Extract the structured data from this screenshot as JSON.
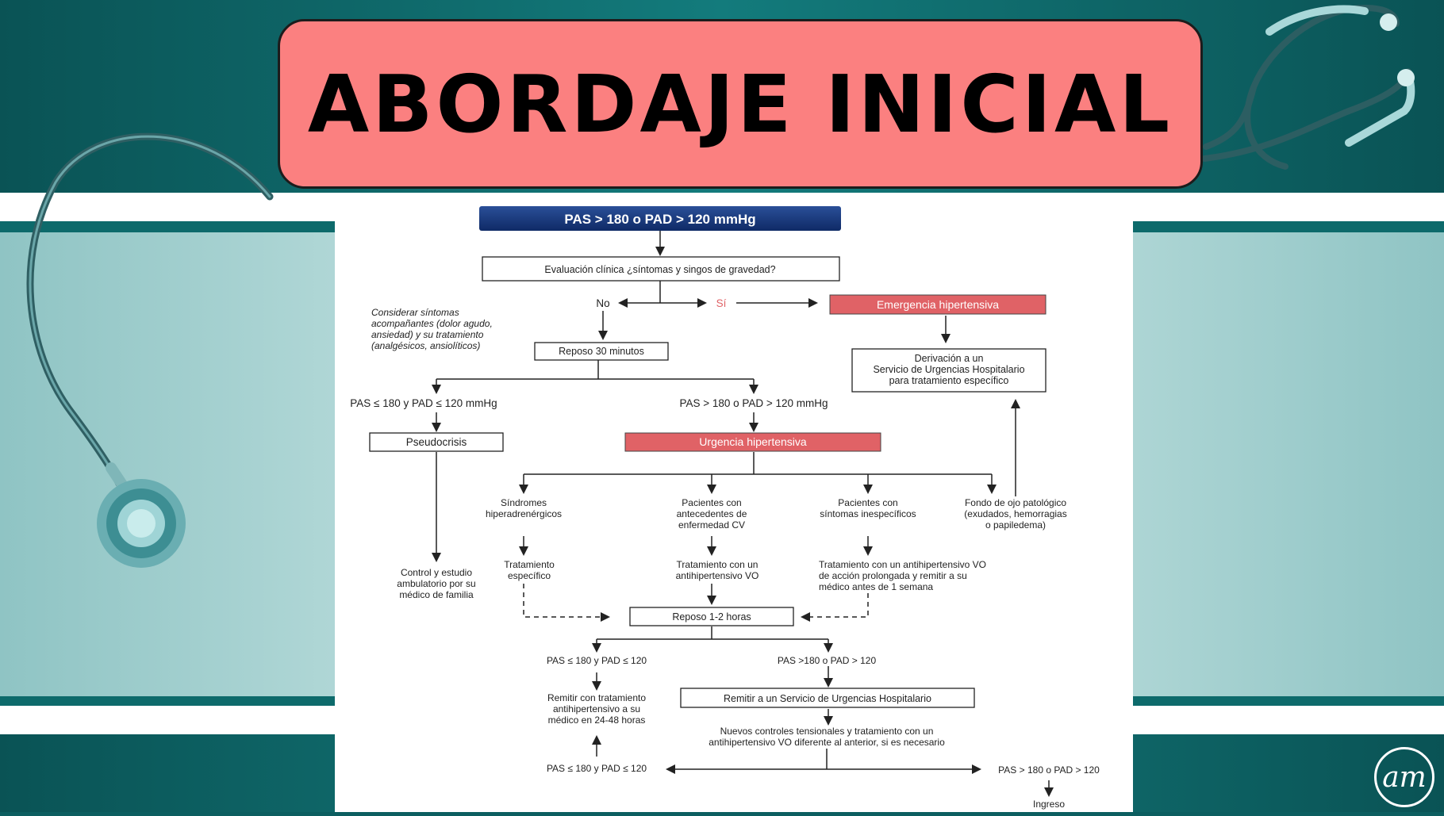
{
  "slide": {
    "title": "ABORDAJE INICIAL",
    "logo_text": "am"
  },
  "colors": {
    "title_bg": "#fb8080",
    "header_blue": "#1a3a7e",
    "red_box": "#e06266",
    "teal": "#0c5e60"
  },
  "flow": {
    "header": "PAS > 180 o PAD > 120 mmHg",
    "evaluacion": "Evaluación clínica ¿síntomas y singos de gravedad?",
    "no": "No",
    "si": "Sí",
    "emergencia": "Emergencia hipertensiva",
    "considerar": [
      "Considerar síntomas",
      "acompañantes (dolor agudo,",
      "ansiedad) y su tratamiento",
      "(analgésicos, ansiolíticos)"
    ],
    "reposo30": "Reposo 30 minutos",
    "derivacion": [
      "Derivación a un",
      "Servicio de Urgencias Hospitalario",
      "para tratamiento específico"
    ],
    "pas_menor": "PAS ≤ 180 y PAD ≤ 120 mmHg",
    "pas_mayor": "PAS > 180 o PAD > 120 mmHg",
    "pseudocrisis": "Pseudocrisis",
    "urgencia": "Urgencia hipertensiva",
    "sindromes": [
      "Síndromes",
      "hiperadrenérgicos"
    ],
    "pacientes_cv": [
      "Pacientes con",
      "antecedentes de",
      "enfermedad CV"
    ],
    "pacientes_sint": [
      "Pacientes con",
      "síntomas inespecíficos"
    ],
    "fondo": [
      "Fondo de ojo patológico",
      "(exudados, hemorragias",
      "o papiledema)"
    ],
    "control": [
      "Control y estudio",
      "ambulatorio por su",
      "médico de familia"
    ],
    "trat_esp": [
      "Tratamiento",
      "específico"
    ],
    "trat_un": [
      "Tratamiento con un",
      "antihipertensivo VO"
    ],
    "trat_prol": [
      "Tratamiento con un antihipertensivo VO",
      "de acción prolongada y remitir a su",
      "médico antes de 1 semana"
    ],
    "reposo12": "Reposo 1-2 horas",
    "pas_le_120": "PAS ≤ 180 y PAD ≤ 120",
    "pas_gt_120": "PAS >180 o PAD > 120",
    "remitir_trat": [
      "Remitir con tratamiento",
      "antihipertensivo a su",
      "médico en 24-48 horas"
    ],
    "remitir_serv": "Remitir a un Servicio de Urgencias Hospitalario",
    "nuevos": [
      "Nuevos controles tensionales y tratamiento con un",
      "antihipertensivo VO diferente al anterior, si es necesario"
    ],
    "pas_le_120_b": "PAS ≤ 180 y PAD ≤ 120",
    "pas_gt_120_b": "PAS > 180 o PAD > 120",
    "ingreso": "Ingreso"
  }
}
